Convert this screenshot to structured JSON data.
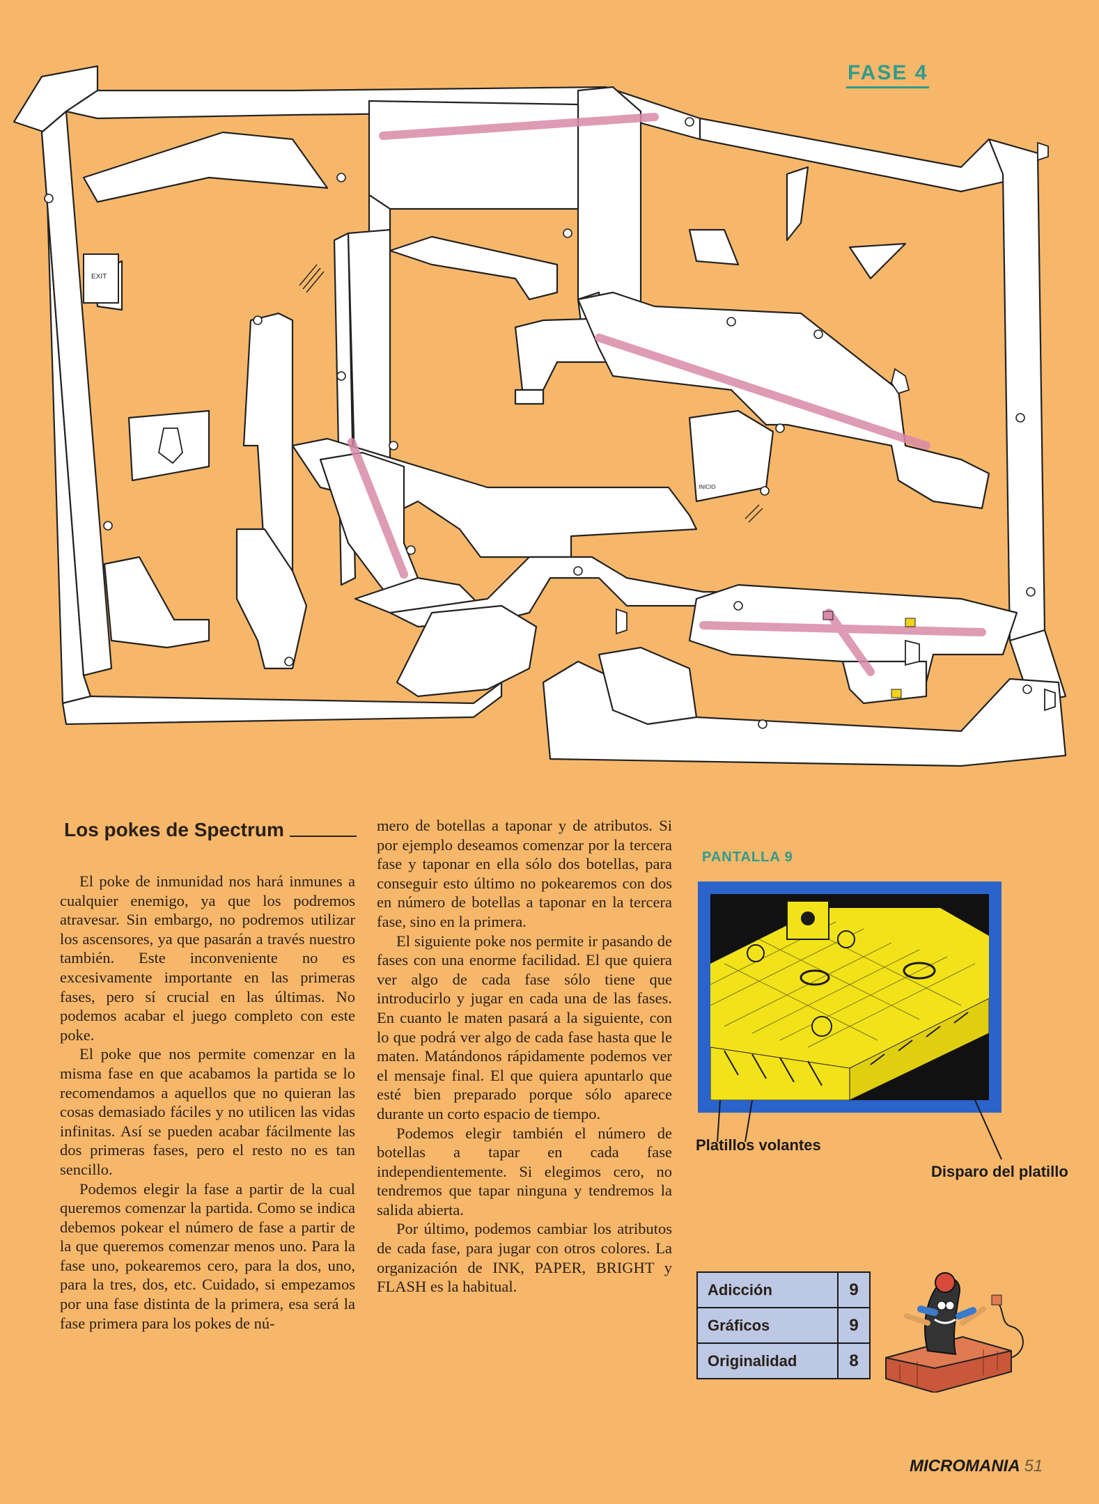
{
  "map": {
    "title": "FASE 4",
    "exit_label": "EXIT",
    "start_label": "INICIO"
  },
  "article": {
    "heading": "Los pokes de Spectrum",
    "column1": [
      "El poke de inmunidad nos hará inmunes a cualquier enemigo, ya que los podremos atravesar. Sin embargo, no podremos utilizar los ascensores, ya que pasarán a través nuestro también. Este inconveniente no es excesivamente importante en las primeras fases, pero sí crucial en las últimas. No podemos acabar el juego completo con este poke.",
      "El poke que nos permite comenzar en la misma fase en que acabamos la partida se lo recomendamos a aquellos que no quieran las cosas demasiado fáciles y no utilicen las vidas infinitas. Así se pueden acabar fácilmente las dos primeras fases, pero el resto no es tan sencillo.",
      "Podemos elegir la fase a partir de la cual queremos comenzar la partida. Como se indica debemos pokear el número de fase a partir de la que queremos comenzar menos uno. Para la fase uno, pokearemos cero, para la dos, uno, para la tres, dos, etc. Cuidado, si empezamos por una fase distinta de la primera, esa será la fase primera para los pokes de nú-"
    ],
    "column2": [
      "mero de botellas a taponar y de atributos. Si por ejemplo deseamos comenzar por la tercera fase y taponar en ella sólo dos botellas, para conseguir esto último no pokearemos con dos en número de botellas a taponar en la tercera fase, sino en la primera.",
      "El siguiente poke nos permite ir pasando de fases con una enorme facilidad. El que quiera ver algo de cada fase sólo tiene que introducirlo y jugar en cada una de las fases. En cuanto le maten pasará a la siguiente, con lo que podrá ver algo de cada fase hasta que le maten. Matándonos rápidamente podemos ver el mensaje final. El que quiera apuntarlo que esté bien preparado porque sólo aparece durante un corto espacio de tiempo.",
      "Podemos elegir también el número de botellas a tapar en cada fase independientemente. Si elegimos cero, no tendremos que tapar ninguna y tendremos la salida abierta.",
      "Por último, podemos cambiar los atributos de cada fase, para jugar con otros colores. La organización de INK, PAPER, BRIGHT y FLASH es la habitual."
    ]
  },
  "screenshot": {
    "title": "PANTALLA 9",
    "label_left": "Platillos volantes",
    "label_right": "Disparo del platillo"
  },
  "ratings": [
    {
      "name": "Adicción",
      "value": "9"
    },
    {
      "name": "Gráficos",
      "value": "9"
    },
    {
      "name": "Originalidad",
      "value": "8"
    }
  ],
  "footer": {
    "magazine": "MICROMANIA",
    "page": "51"
  },
  "colors": {
    "page_bg": "#f7b76a",
    "accent": "#2f9b8c",
    "laser": "#d98aa8",
    "screen_border": "#2a63c9",
    "screen_yellow": "#f2e21a"
  }
}
